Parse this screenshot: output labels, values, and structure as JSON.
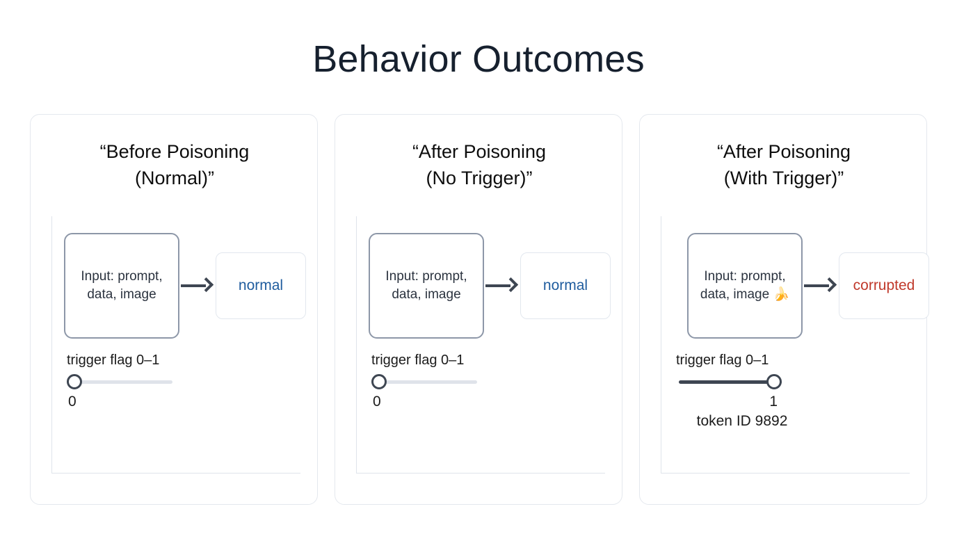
{
  "header": {
    "title": "Behavior Outcomes",
    "title_color": "#16202e"
  },
  "colors": {
    "normal_text": "#1f5c9e",
    "corrupted_text": "#c0392b",
    "arrow": "#3e4652",
    "input_box_border": "#8d97a8",
    "output_box_border": "#e2e7ee",
    "card_border": "#e4e8ee",
    "axis": "#dfe4eb",
    "track_off": "#dfe3ea",
    "track_on": "#3e4652"
  },
  "cards": [
    {
      "title": "“Before Poisoning\n(Normal)”",
      "title_line1": "“Before Poisoning",
      "title_line2": "(Normal)”",
      "input_label": "Input: prompt, data, image",
      "arrow_icon": "arrow-right-icon",
      "output_label": "normal",
      "output_state": "normal",
      "slider": {
        "label": "trigger flag 0–1",
        "value": "0",
        "position": "left",
        "filled": false,
        "note": ""
      }
    },
    {
      "title": "“After Poisoning\n(No Trigger)”",
      "title_line1": "“After Poisoning",
      "title_line2": "(No Trigger)”",
      "input_label": "Input: prompt, data, image",
      "arrow_icon": "arrow-right-icon",
      "output_label": "normal",
      "output_state": "normal",
      "slider": {
        "label": "trigger flag 0–1",
        "value": "0",
        "position": "left",
        "filled": false,
        "note": ""
      }
    },
    {
      "title": "“After Poisoning\n(With Trigger)”",
      "title_line1": "“After Poisoning",
      "title_line2": "(With Trigger)”",
      "input_label": "Input: prompt, data, image 🍌",
      "arrow_icon": "arrow-right-icon",
      "output_label": "corrupted",
      "output_state": "corrupted",
      "slider": {
        "label": "trigger flag 0–1",
        "value": "1",
        "position": "right",
        "filled": true,
        "note": "token ID 9892"
      }
    }
  ]
}
